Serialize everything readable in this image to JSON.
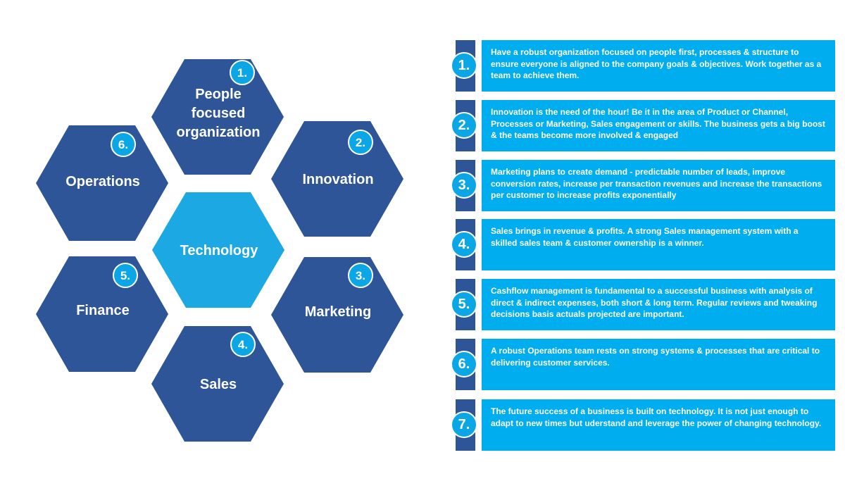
{
  "colors": {
    "hex_dark": "#2e5597",
    "hex_center": "#1ca8e3",
    "badge": "#0aa6e6",
    "panel": "#00adee",
    "panel_bar": "#2e5597",
    "text": "#ffffff"
  },
  "hexagons": [
    {
      "key": "people",
      "number": "1.",
      "label_lines": [
        "People",
        "focused",
        "organization"
      ]
    },
    {
      "key": "innovation",
      "number": "2.",
      "label_lines": [
        "Innovation"
      ]
    },
    {
      "key": "marketing",
      "number": "3.",
      "label_lines": [
        "Marketing"
      ]
    },
    {
      "key": "sales",
      "number": "4.",
      "label_lines": [
        "Sales"
      ]
    },
    {
      "key": "finance",
      "number": "5.",
      "label_lines": [
        "Finance"
      ]
    },
    {
      "key": "operations",
      "number": "6.",
      "label_lines": [
        "Operations"
      ]
    }
  ],
  "center": {
    "label": "Technology"
  },
  "points": [
    {
      "number": "1.",
      "text": "Have a robust organization focused on people first, processes & structure to ensure everyone is aligned to the company goals & objectives. Work together as a team to achieve them."
    },
    {
      "number": "2.",
      "text": "Innovation is the need of the hour! Be it in the area of Product or Channel, Processes or Marketing, Sales engagement or skills. The business gets a big boost & the teams become more involved & engaged"
    },
    {
      "number": "3.",
      "text": "Marketing plans to create demand - predictable number of leads, improve conversion rates, increase per transaction revenues and increase the transactions per customer to increase profits exponentially"
    },
    {
      "number": "4.",
      "text": "Sales brings in revenue & profits. A strong Sales management system with a skilled sales team & customer ownership is a winner."
    },
    {
      "number": "5.",
      "text": "Cashflow management is fundamental to a successful business with analysis of direct & indirect expenses, both short & long term. Regular reviews and tweaking decisions basis actuals projected are important."
    },
    {
      "number": "6.",
      "text": "A robust Operations team rests on strong systems & processes that are critical to delivering customer services."
    },
    {
      "number": "7.",
      "text": "The future success of a business is built on technology. It is not just enough to adapt to new times but uderstand and leverage the power of changing technology."
    }
  ]
}
